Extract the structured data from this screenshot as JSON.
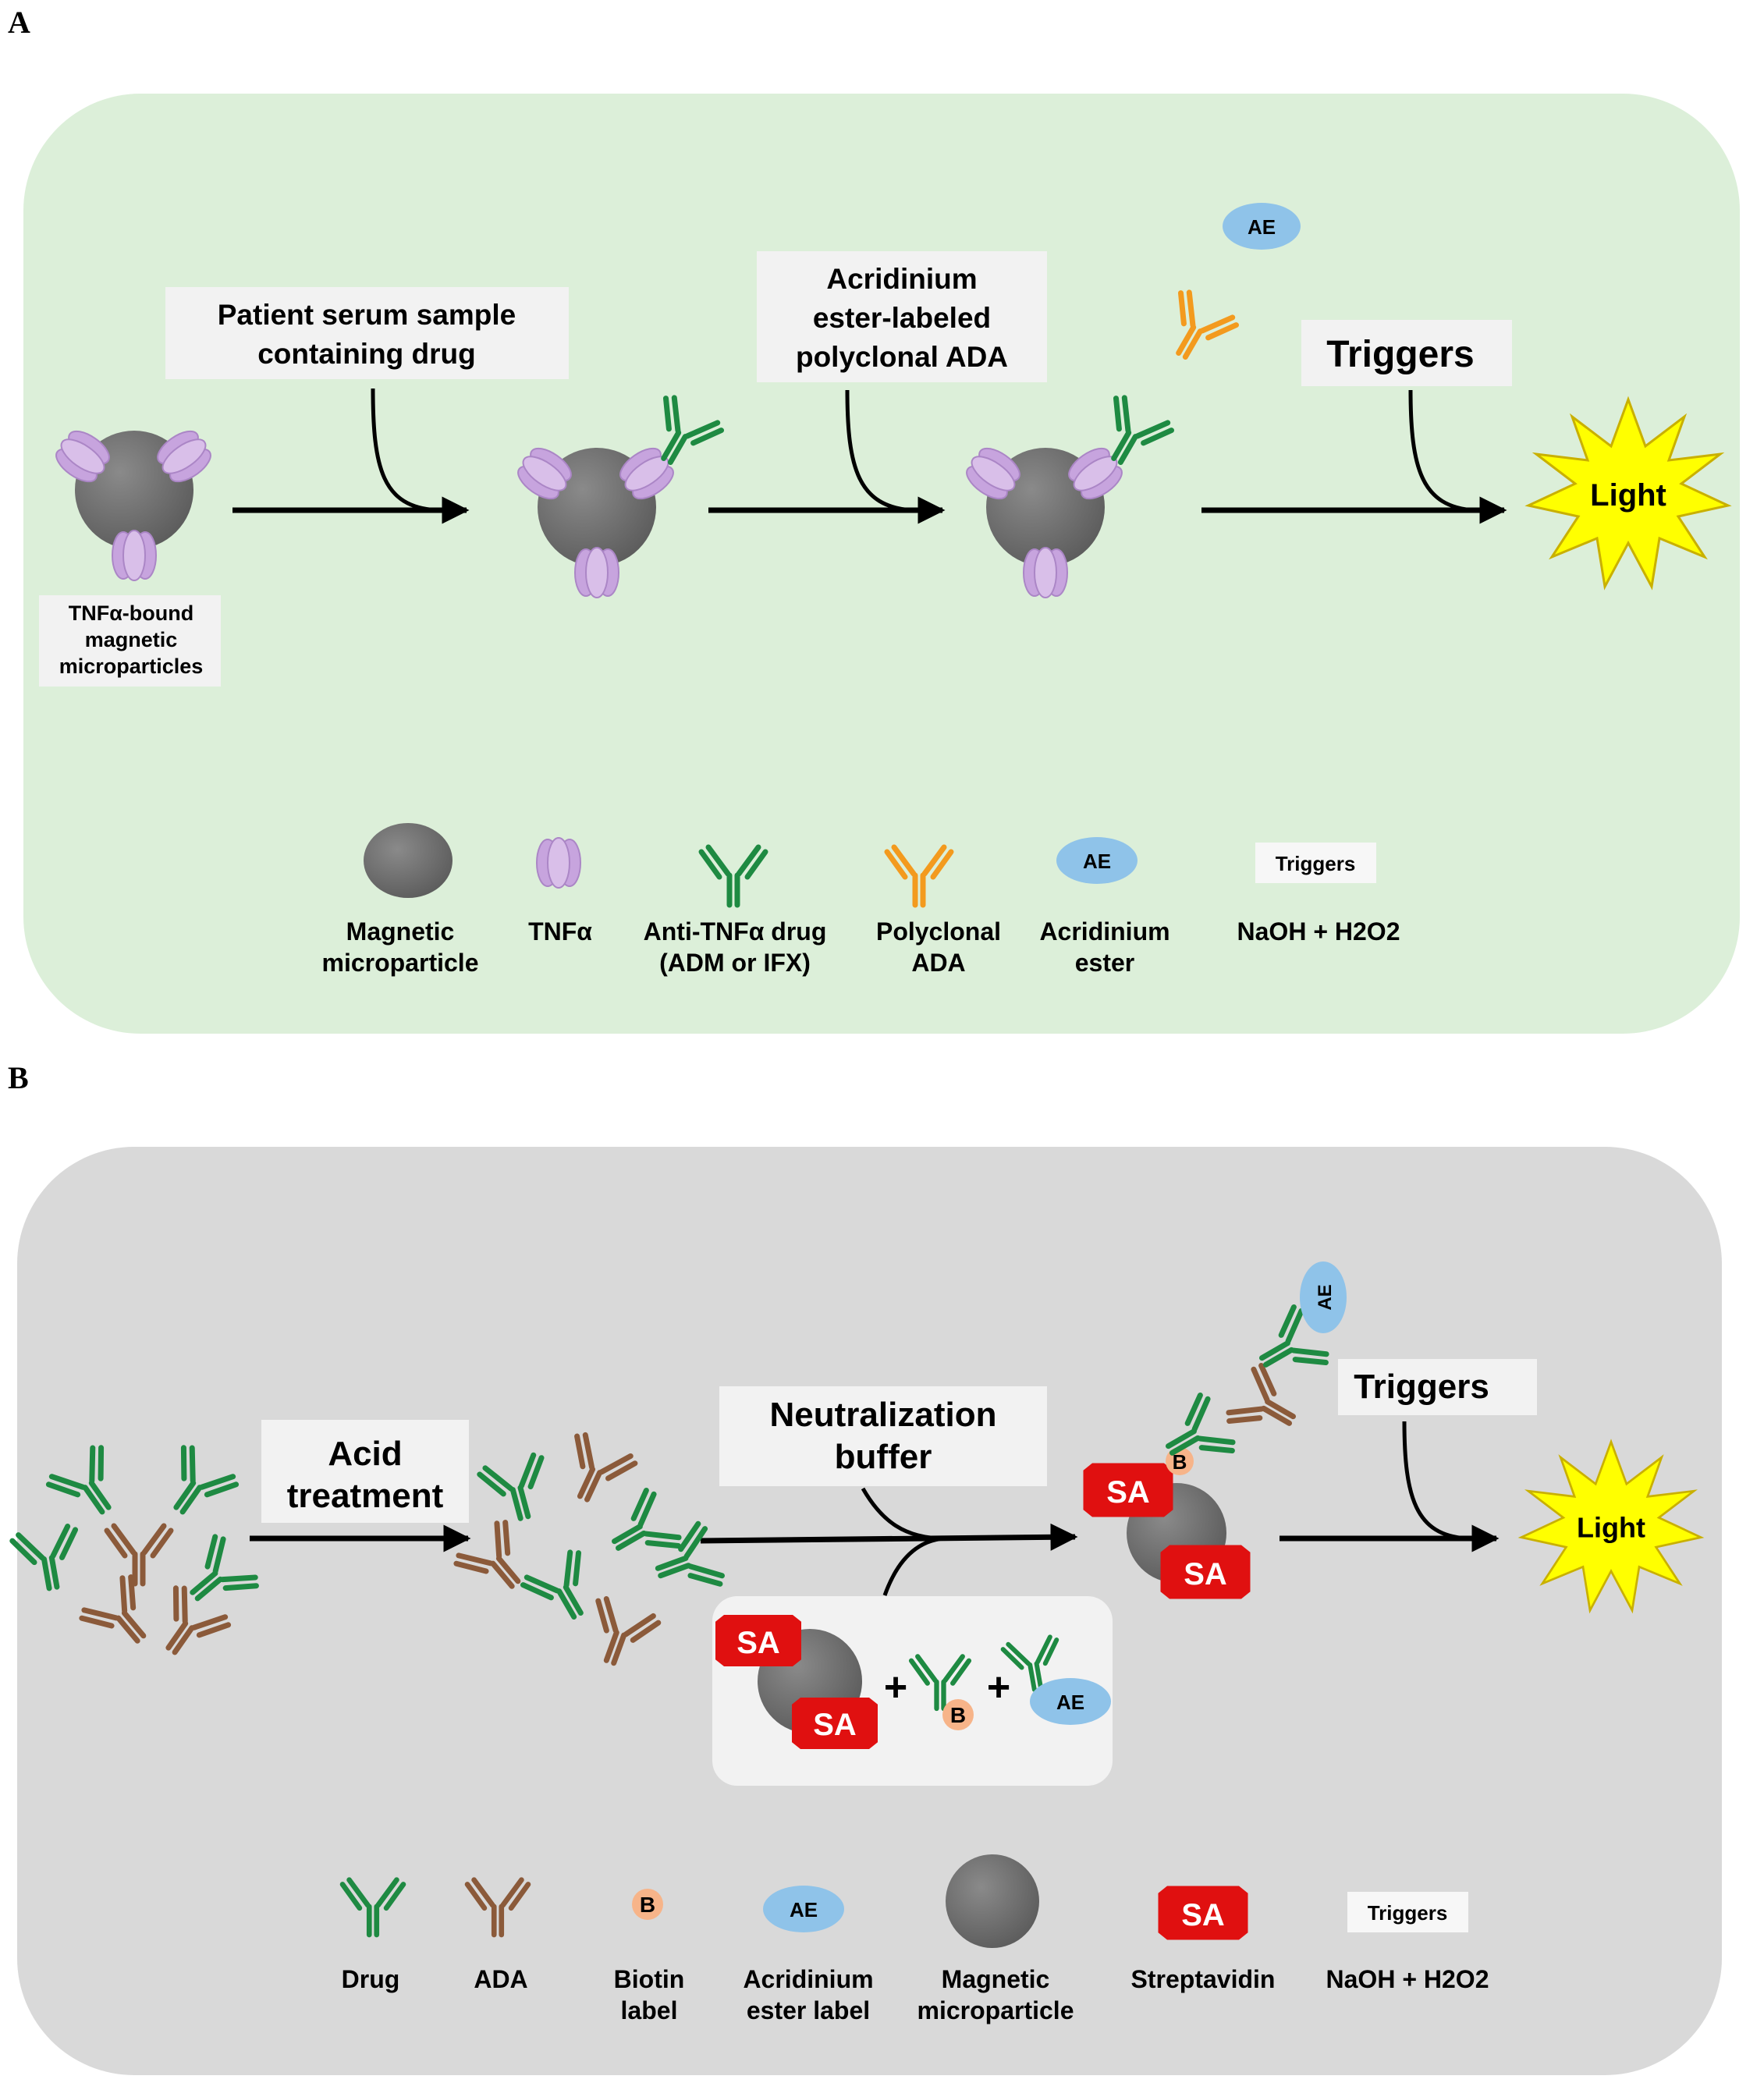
{
  "panel_a": {
    "letter": "A",
    "step1": [
      "Patient serum sample",
      "containing drug"
    ],
    "step2": [
      "Acridinium",
      "ester-labeled",
      "polyclonal ADA"
    ],
    "step3": "Triggers",
    "result": "Light",
    "particle_caption": [
      "TNFα-bound",
      "magnetic",
      "microparticles"
    ],
    "ae": "AE",
    "legend": {
      "ae": "AE",
      "triggers": "Triggers",
      "labels": [
        [
          "Magnetic",
          "microparticle"
        ],
        [
          "TNFα",
          ""
        ],
        [
          "Anti-TNFα drug",
          "(ADM or IFX)"
        ],
        [
          "Polyclonal",
          "ADA"
        ],
        [
          "Acridinium",
          "ester"
        ],
        [
          "NaOH + H2O2",
          ""
        ]
      ]
    }
  },
  "panel_b": {
    "letter": "B",
    "step1": [
      "Acid",
      "treatment"
    ],
    "step2": [
      "Neutralization",
      "buffer"
    ],
    "step3": "Triggers",
    "result": "Light",
    "sa": "SA",
    "b": "B",
    "ae": "AE",
    "plus": "+",
    "legend": {
      "b": "B",
      "ae": "AE",
      "sa": "SA",
      "triggers": "Triggers",
      "labels": [
        [
          "Drug",
          ""
        ],
        [
          "ADA",
          ""
        ],
        [
          "Biotin",
          "label"
        ],
        [
          "Acridinium",
          "ester label"
        ],
        [
          "Magnetic",
          "microparticle"
        ],
        [
          "Streptavidin",
          ""
        ],
        [
          "NaOH + H2O2",
          ""
        ]
      ]
    }
  },
  "colors": {
    "panel_a_bg": "#dcefd9",
    "panel_b_bg": "#d9d9d9",
    "drug": "#1e8a42",
    "ada": "#8b5a3a",
    "polyclonal_ada": "#f39a1e",
    "tnf": "#c7a4de",
    "particle": "#6f6f6f",
    "ae": "#8fc3e9",
    "biotin": "#f7b489",
    "streptavidin": "#e01010",
    "light": "#ffff00"
  }
}
